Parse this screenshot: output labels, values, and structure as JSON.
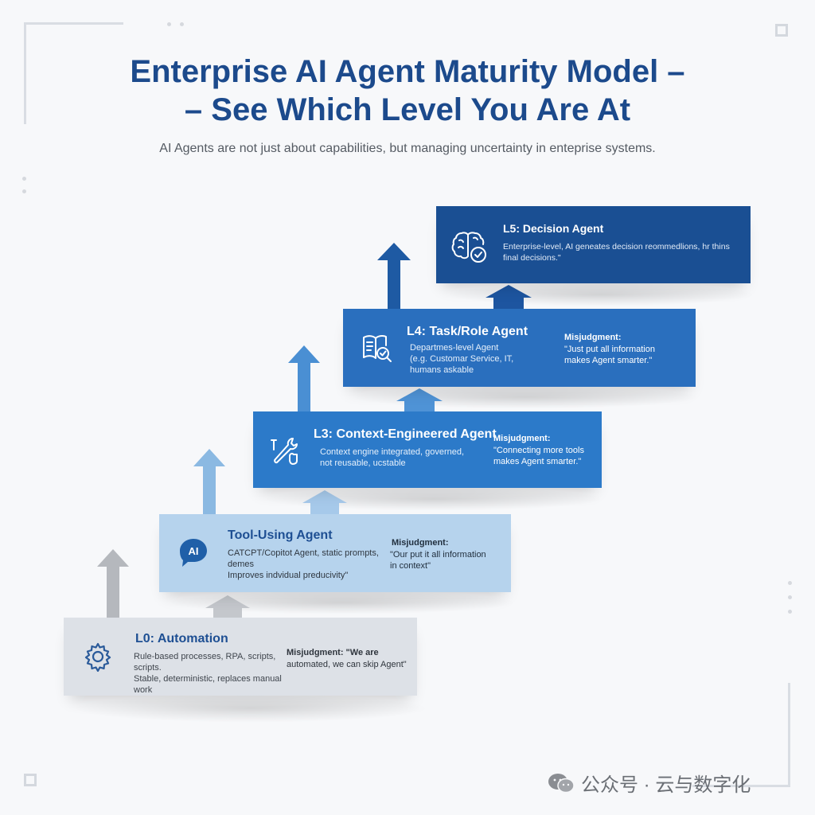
{
  "header": {
    "title_line1": "Enterprise AI Agent Maturity Model –",
    "title_line2": "– See Which Level You Are At",
    "subtitle": "AI Agents are not just about capabilities, but managing uncertainty in enteprise systems."
  },
  "levels": [
    {
      "title": "L0: Automation",
      "desc_line1": "Rule-based processes, RPA, scripts,",
      "desc_line2": "scripts.",
      "desc_line3": "Stable, deterministic, replaces manual work",
      "mis_label": "Misjudgment: \"We are",
      "mis_line1": "automated, we can skip Agent\"",
      "mis_line2": "",
      "icon": "gear-icon"
    },
    {
      "title": "Tool-Using Agent",
      "desc_line1": "CATCPT/Copitot Agent, static prompts,",
      "desc_line2": "demes",
      "desc_line3": "Improves indvidual preducivity\"",
      "mis_label": "Misjudgment:",
      "mis_line1": "\"Our put it all information",
      "mis_line2": "in context\"",
      "icon": "ai-chat-icon",
      "icon_text": "AI"
    },
    {
      "title": "L3: Context-Engineered Agent",
      "desc_line1": "Context engine integrated, governed,",
      "desc_line2": "not reusable, ucstable",
      "desc_line3": "",
      "mis_label": "Misjudgment:",
      "mis_line1": "\"Connecting more tools",
      "mis_line2": "makes Agent smarter.\"",
      "icon": "wrench-icon"
    },
    {
      "title": "L4: Task/Role Agent",
      "desc_line1": "Departmes-level Agent",
      "desc_line2": "(e.g. Customar Service, IT,",
      "desc_line3": "humans askable",
      "mis_label": "Misjudgment:",
      "mis_line1": "\"Just put all information",
      "mis_line2": "makes Agent smarter.\"",
      "icon": "document-search-icon"
    },
    {
      "title": "L5: Decision Agent",
      "desc_line1": "Enterprise-level, AI geneates decision reommedlions, hr thins",
      "desc_line2": "final decisions.\"",
      "desc_line3": "",
      "mis_label": "",
      "mis_line1": "",
      "mis_line2": "",
      "icon": "brain-check-icon"
    }
  ],
  "watermark": {
    "text": "公众号 · 云与数字化",
    "icon": "wechat-icon"
  },
  "colors": {
    "title": "#1c4a8c",
    "l0": "#dde1e7",
    "l1": "#b6d3ed",
    "l2": "#2c7ac9",
    "l3": "#2a6fbe",
    "l4": "#1a4f93"
  }
}
